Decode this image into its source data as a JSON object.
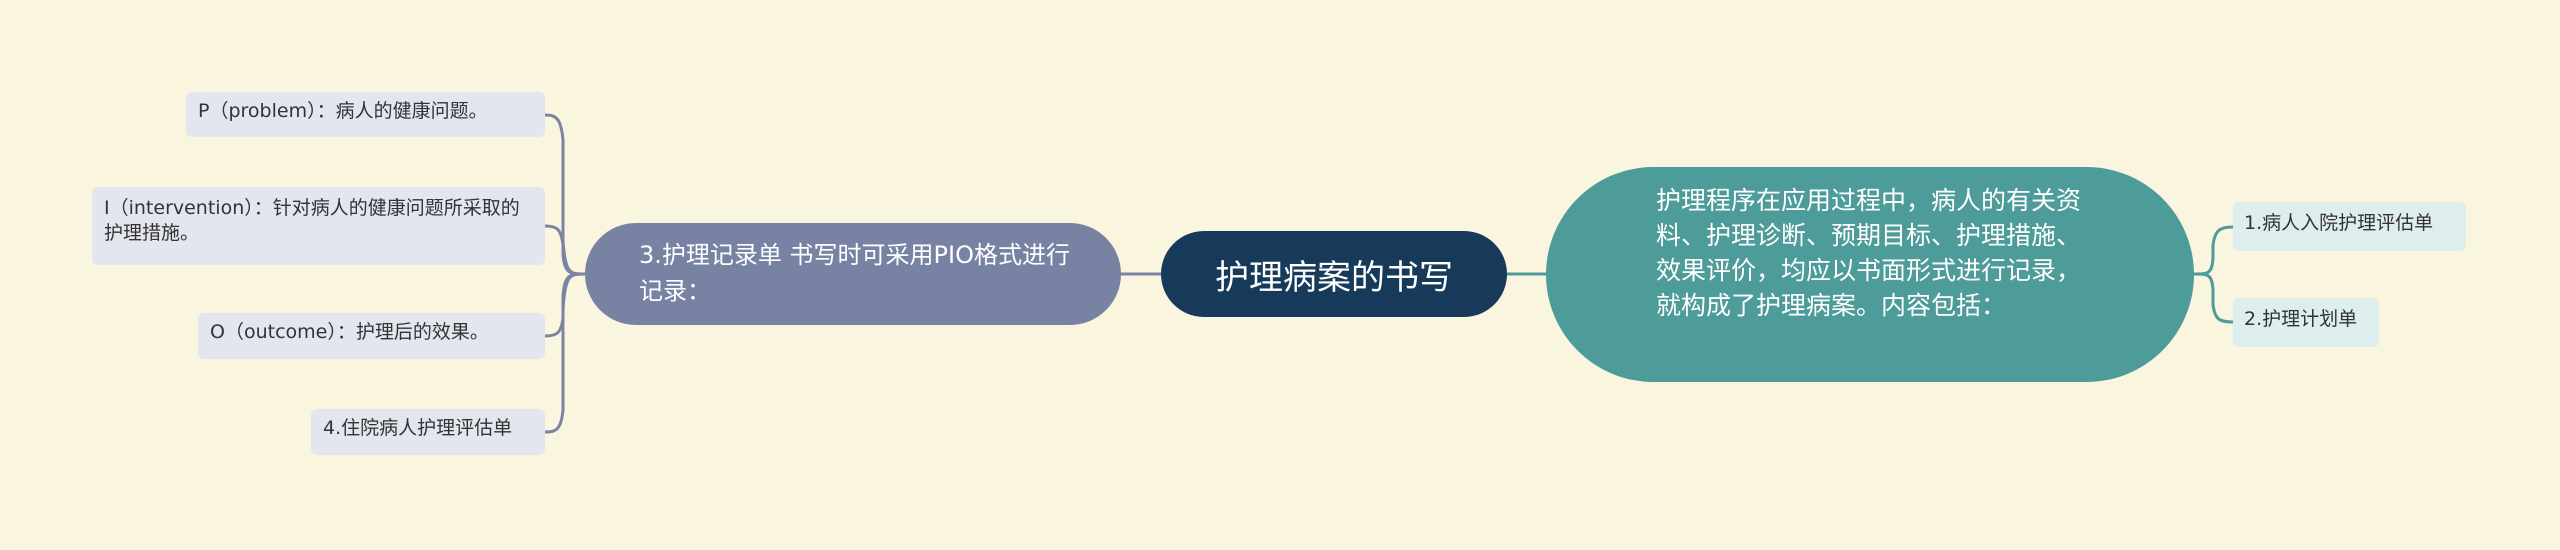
{
  "colors": {
    "background": "#faf5df",
    "root": "#173a5a",
    "left_branch": "#7883a4",
    "right_branch": "#4d9c9a",
    "left_leaf": "#e4e6ef",
    "right_leaf": "#ddeeed",
    "left_line": "#7b84a3",
    "right_line": "#4d9c9a"
  },
  "root": {
    "label": "护理病案的书写"
  },
  "left_branch": {
    "label": "3.护理记录单 书写时可采用PIO格式进行记录：",
    "children": [
      {
        "label": "P（problem）：病人的健康问题。"
      },
      {
        "label": "I（intervention）：针对病人的健康问题所采取的护理措施。"
      },
      {
        "label": "O（outcome）：护理后的效果。"
      },
      {
        "label": "4.住院病人护理评估单"
      }
    ]
  },
  "right_branch": {
    "label": "护理程序在应用过程中，病人的有关资料、护理诊断、预期目标、护理措施、效果评价，均应以书面形式进行记录，就构成了护理病案。内容包括：",
    "children": [
      {
        "label": "1.病人入院护理评估单"
      },
      {
        "label": "2.护理计划单"
      }
    ]
  }
}
